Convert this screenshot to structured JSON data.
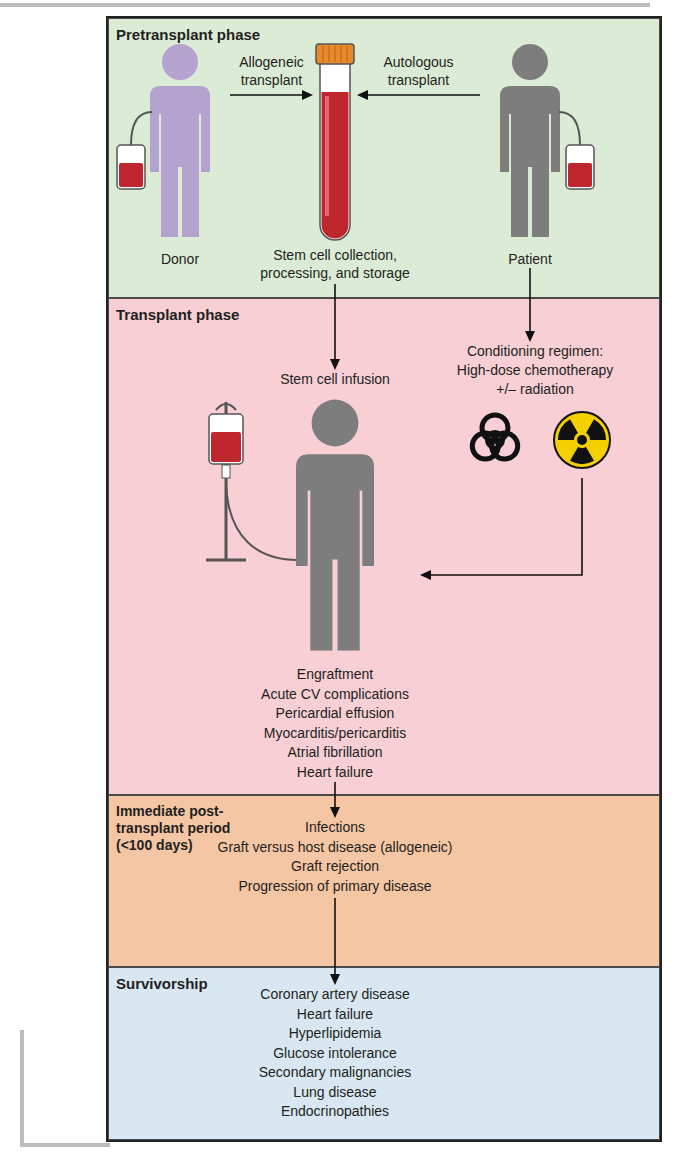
{
  "diagram": {
    "nodes": [
      {
        "text": [
          "Pretransplant phase"
        ]
      },
      {
        "text": [
          "Donor"
        ],
        "in": 0
      },
      {
        "text": [
          "Stem cell collection, processing, and storage"
        ],
        "in": 0
      },
      {
        "text": [
          "Patient"
        ],
        "in": 0
      },
      {
        "text": [
          "Transplant phase"
        ]
      },
      {
        "text": [
          "Conditioning regimen: High-dose chemotherapy +/– radiation"
        ],
        "in": 4
      },
      {
        "text": [
          "Stem cell infusion",
          "Engraftment",
          "Acute CV complications",
          "Pericardial effusion",
          "Myocarditis/pericarditis",
          "Atrial fibrillation",
          "Heart failure"
        ],
        "in": 4
      },
      {
        "text": [
          "Immediate post- transplant period (<100 days)"
        ]
      },
      {
        "text": [
          "Infections",
          "Graft versus host disease (allogeneic)",
          "Graft rejection",
          "Progression of primary disease"
        ],
        "in": 7
      },
      {
        "text": [
          "Survivorship"
        ]
      },
      {
        "text": [
          "Coronary artery disease",
          "Heart failure",
          "Hyperlipidemia",
          "Glucose intolerance",
          "Secondary malignancies",
          "Lung disease",
          "Endocrinopathies"
        ],
        "in": 9
      }
    ],
    "edges": [
      {
        "from": 1,
        "to": 2,
        "label": "Allogeneic transplant",
        "arrow": "to"
      },
      {
        "from": 3,
        "to": 2,
        "label": "Autologous transplant",
        "arrow": "to"
      },
      {
        "from": 2,
        "to": 6,
        "arrow": "to"
      },
      {
        "from": 3,
        "to": 5,
        "arrow": "to"
      },
      {
        "from": 5,
        "to": 6,
        "arrow": "to"
      },
      {
        "from": 6,
        "to": 8,
        "arrow": "to"
      },
      {
        "from": 8,
        "to": 10,
        "arrow": "to"
      }
    ]
  }
}
